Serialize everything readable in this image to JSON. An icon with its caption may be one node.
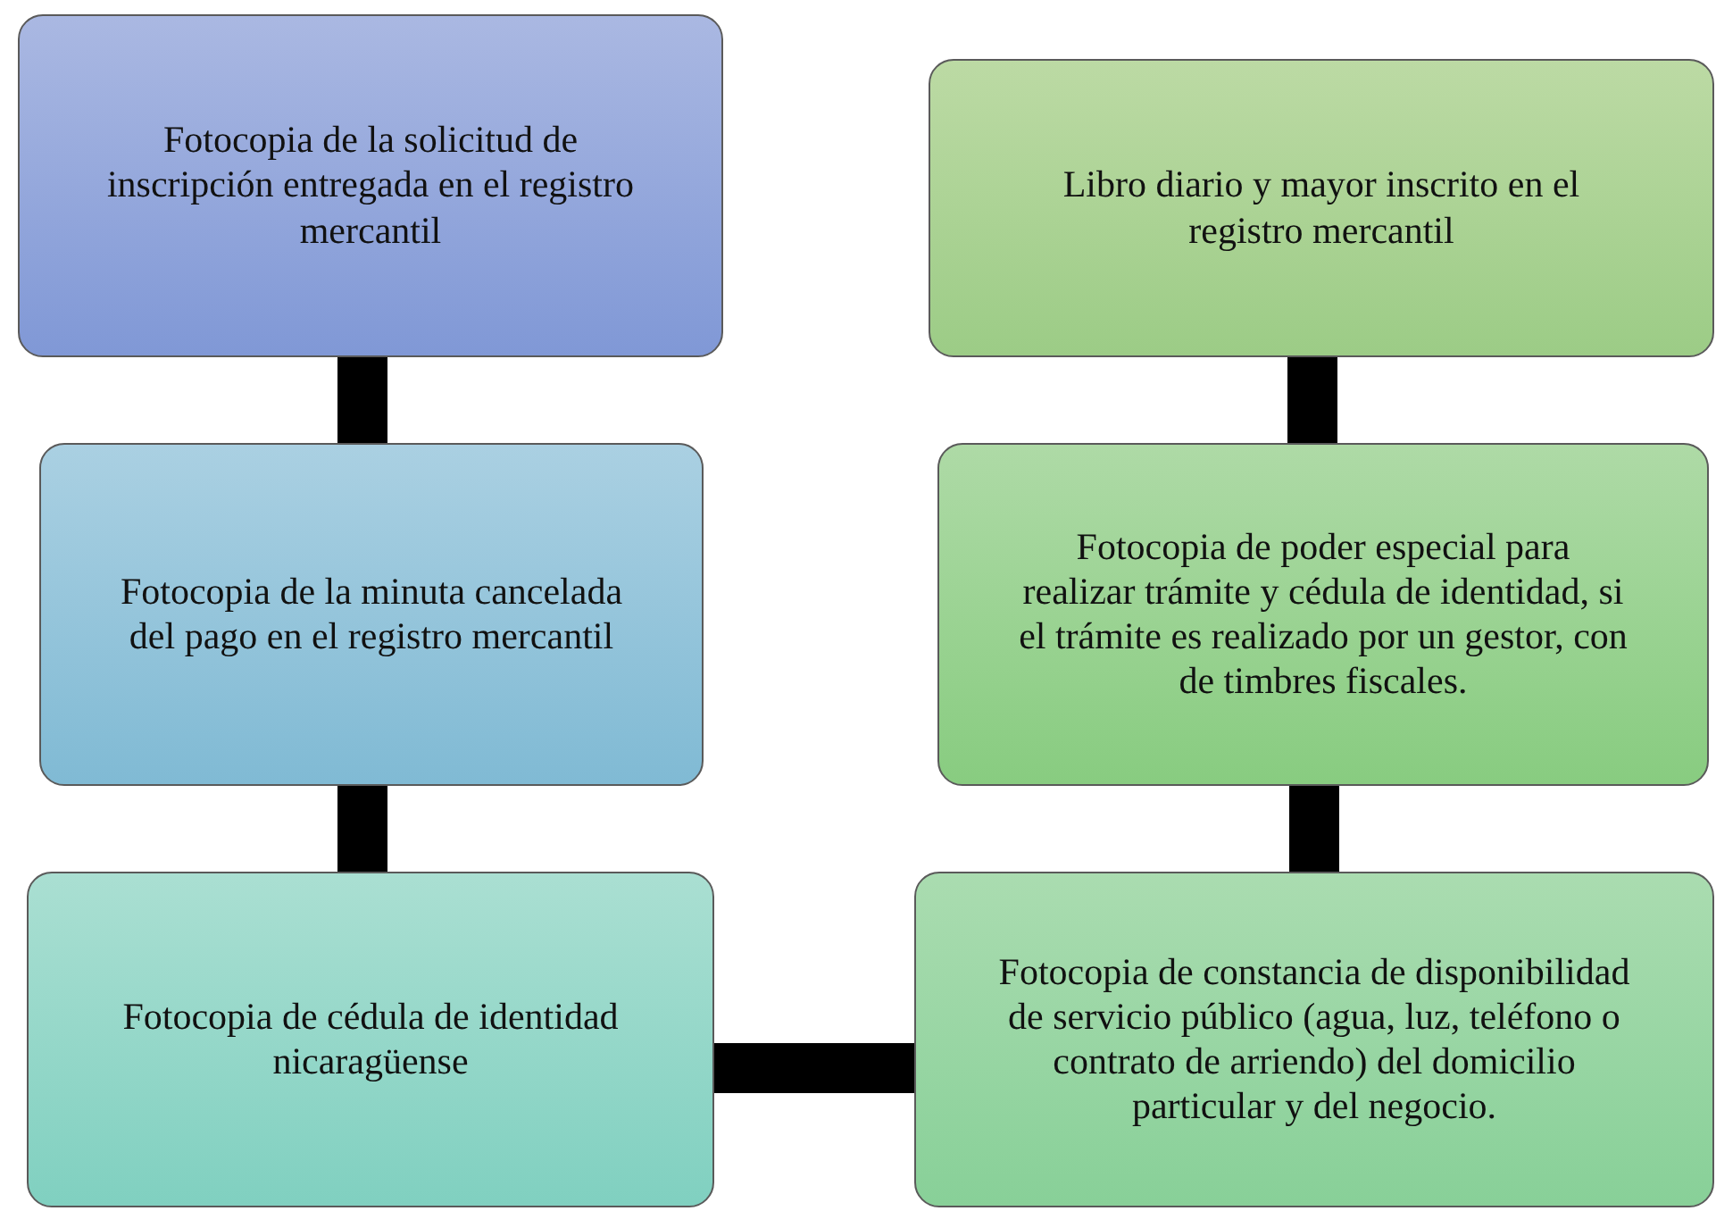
{
  "diagram": {
    "nodes": [
      {
        "text": [
          "Fotocopia de la solicitud de inscripción entregada en el registro mercantil"
        ]
      },
      {
        "text": [
          "Fotocopia de la minuta cancelada del pago en el registro mercantil"
        ]
      },
      {
        "text": [
          "Fotocopia de cédula de identidad nicaragüense"
        ]
      },
      {
        "text": [
          "Libro diario y mayor inscrito en el registro mercantil"
        ]
      },
      {
        "text": [
          "Fotocopia de poder especial para realizar trámite y cédula de identidad, si el trámite es realizado por un gestor, con de timbres fiscales."
        ]
      },
      {
        "text": [
          "Fotocopia de constancia de disponibilidad de servicio público (agua, luz, teléfono o contrato de arriendo) del domicilio particular y del negocio."
        ]
      }
    ],
    "edges": [
      {
        "from": 0,
        "to": 1,
        "arrow": "none"
      },
      {
        "from": 1,
        "to": 2,
        "arrow": "none"
      },
      {
        "from": 2,
        "to": 5,
        "arrow": "none"
      },
      {
        "from": 5,
        "to": 4,
        "arrow": "none"
      },
      {
        "from": 4,
        "to": 3,
        "arrow": "none"
      }
    ]
  }
}
